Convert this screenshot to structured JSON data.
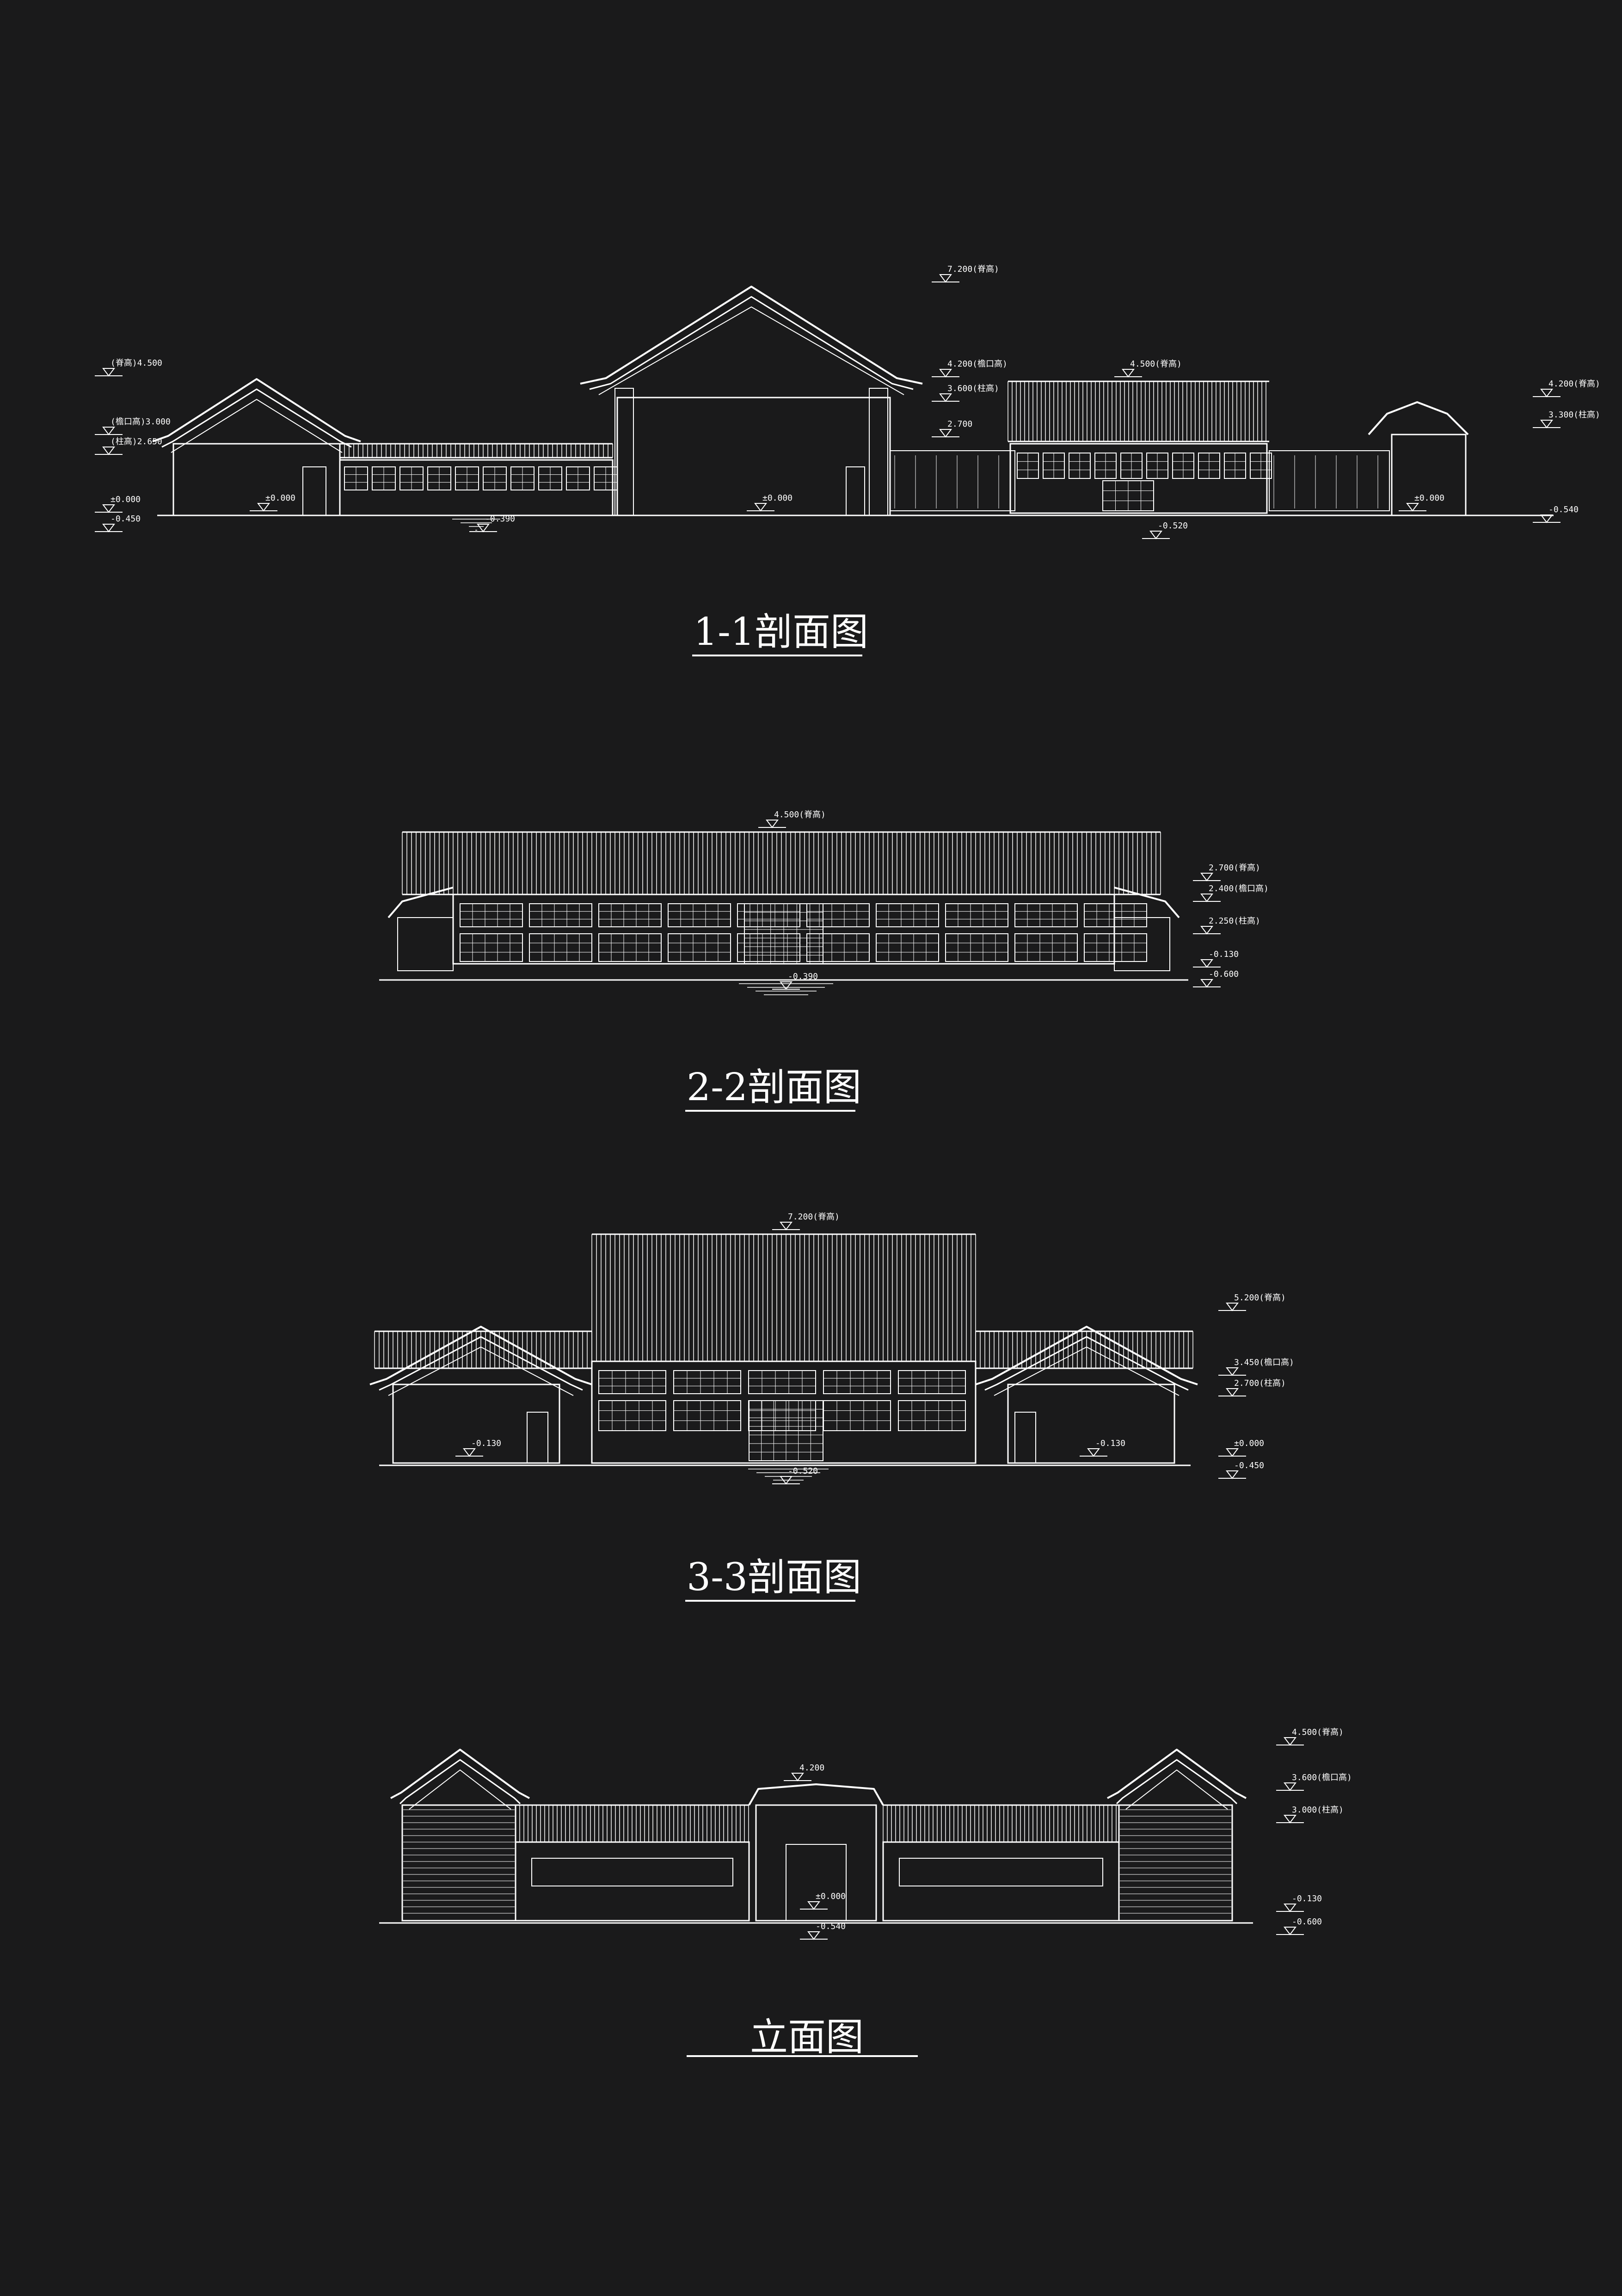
{
  "colors": {
    "background": "#1a1a1b",
    "line": "#ffffff",
    "hatch": "#d8d8d8"
  },
  "sections": [
    {
      "id": "section-1-1",
      "title": "1-1剖面图",
      "levels": [
        {
          "text": "(脊高)4.500"
        },
        {
          "text": "(檐口高)3.000"
        },
        {
          "text": "(柱高)2.650"
        },
        {
          "text": "±0.000"
        },
        {
          "text": "-0.450"
        },
        {
          "text": "±0.000"
        },
        {
          "text": "-0.390"
        },
        {
          "text": "±0.000"
        },
        {
          "text": "7.200(脊高)"
        },
        {
          "text": "4.200(檐口高)"
        },
        {
          "text": "3.600(柱高)"
        },
        {
          "text": "2.700"
        },
        {
          "text": "4.500(脊高)"
        },
        {
          "text": "-0.520"
        },
        {
          "text": "±0.000"
        },
        {
          "text": "4.200(脊高)"
        },
        {
          "text": "3.300(柱高)"
        },
        {
          "text": "-0.540"
        }
      ]
    },
    {
      "id": "section-2-2",
      "title": "2-2剖面图",
      "levels": [
        {
          "text": "4.500(脊高)"
        },
        {
          "text": "2.700(脊高)"
        },
        {
          "text": "2.400(檐口高)"
        },
        {
          "text": "2.250(柱高)"
        },
        {
          "text": "-0.130"
        },
        {
          "text": "-0.600"
        },
        {
          "text": "-0.390"
        }
      ]
    },
    {
      "id": "section-3-3",
      "title": "3-3剖面图",
      "levels": [
        {
          "text": "7.200(脊高)"
        },
        {
          "text": "5.200(脊高)"
        },
        {
          "text": "3.450(檐口高)"
        },
        {
          "text": "2.700(柱高)"
        },
        {
          "text": "-0.130"
        },
        {
          "text": "-0.130"
        },
        {
          "text": "±0.000"
        },
        {
          "text": "-0.450"
        },
        {
          "text": "-0.520"
        }
      ]
    },
    {
      "id": "elevation",
      "title": "立面图",
      "levels": [
        {
          "text": "4.500(脊高)"
        },
        {
          "text": "3.600(檐口高)"
        },
        {
          "text": "3.000(柱高)"
        },
        {
          "text": "4.200"
        },
        {
          "text": "±0.000"
        },
        {
          "text": "-0.130"
        },
        {
          "text": "-0.600"
        },
        {
          "text": "-0.540"
        }
      ]
    }
  ]
}
